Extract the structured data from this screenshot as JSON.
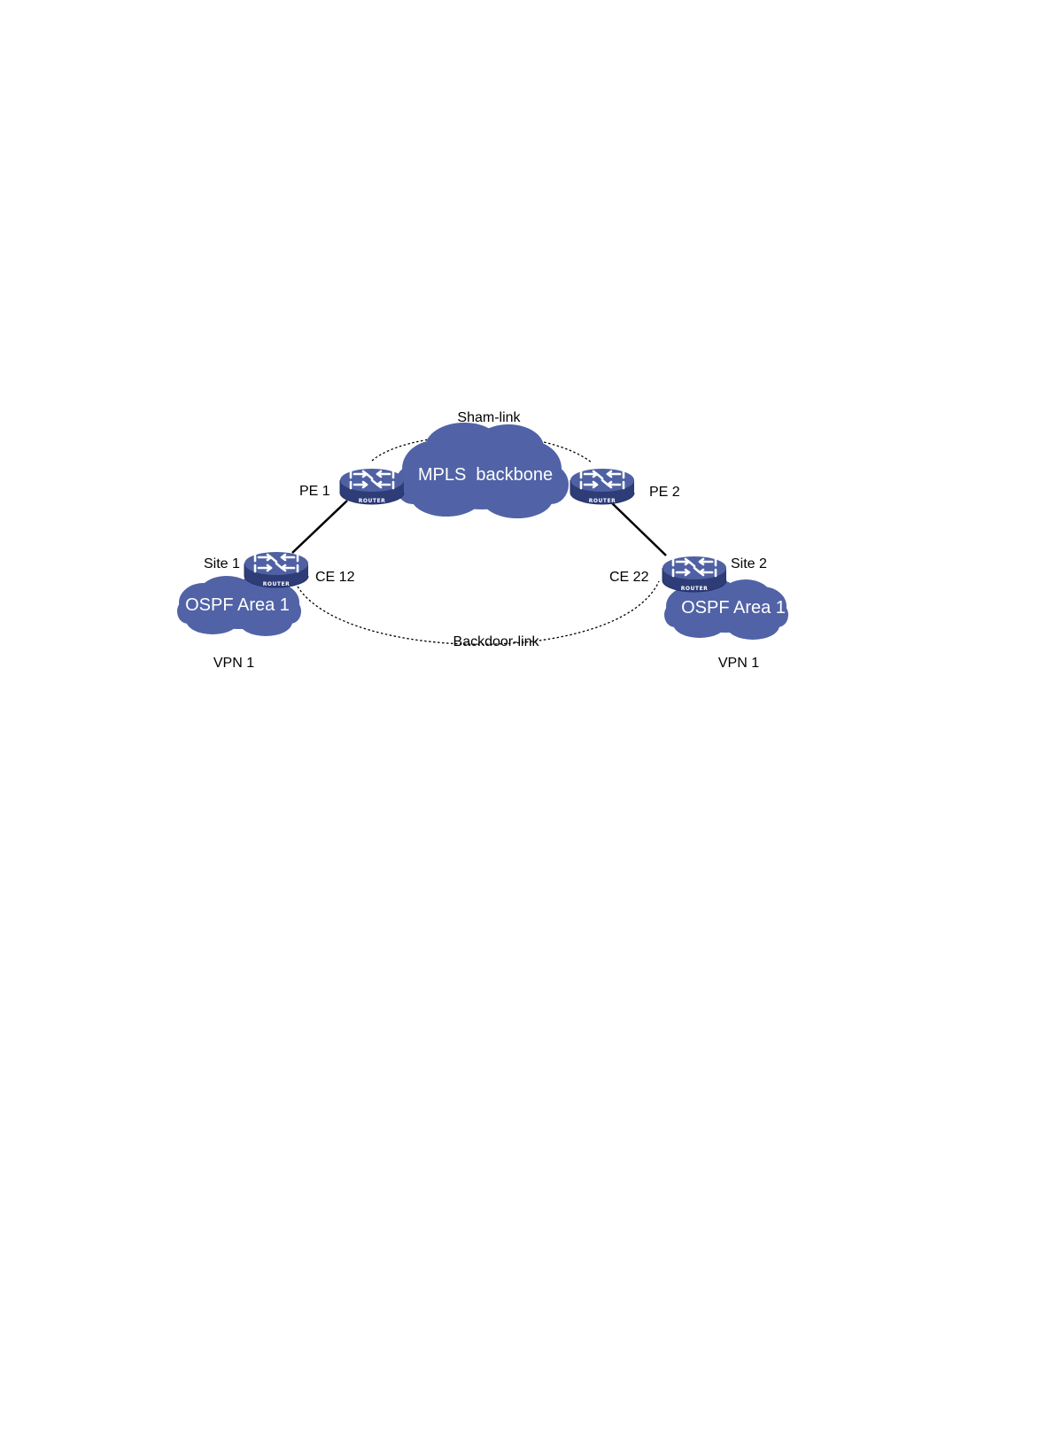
{
  "labels": {
    "sham_link": "Sham-link",
    "backdoor_link": "Backdoor-link",
    "pe1": "PE 1",
    "pe2": "PE 2",
    "ce12": "CE 12",
    "ce22": "CE 22",
    "site1": "Site 1",
    "site2": "Site 2",
    "vpn1_left": "VPN 1",
    "vpn1_right": "VPN 1"
  },
  "clouds": {
    "mpls": "MPLS  backbone",
    "area_left": "OSPF Area 1",
    "area_right": "OSPF Area 1"
  },
  "router_caption": "ROUTER",
  "colors": {
    "cloud": "#5163a6",
    "router_top": "#4f61a3",
    "router_side": "#2e3d78",
    "link": "#000000"
  },
  "icons": {
    "router": "router-icon",
    "cloud": "cloud-shape"
  }
}
